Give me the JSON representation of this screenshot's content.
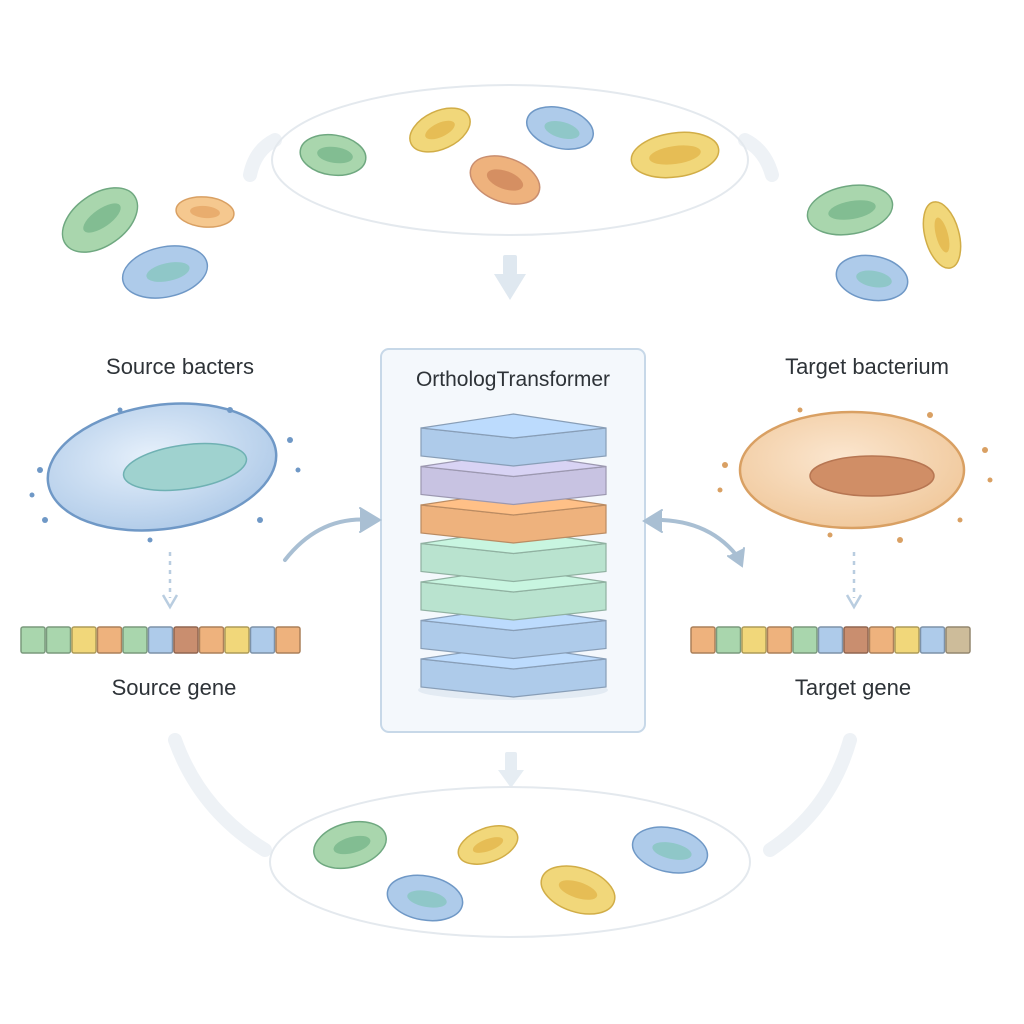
{
  "labels": {
    "source_organism": "Source bacters",
    "target_organism": "Target bacterium",
    "model": "OrthologTransformer",
    "source_gene": "Source gene",
    "target_gene": "Target gene"
  },
  "colors": {
    "green": "#a9d6ad",
    "yellow": "#f1d77a",
    "orange": "#eeb27d",
    "blue": "#aecbea",
    "lavender": "#c8c3e2",
    "mint": "#b9e3cf",
    "brown": "#c98e6f",
    "tan": "#cdbc9a",
    "arrow": "#a9bfd3"
  },
  "source_sequence": [
    "green",
    "green",
    "yellow",
    "orange",
    "green",
    "blue",
    "brown",
    "orange",
    "yellow",
    "blue",
    "orange"
  ],
  "target_sequence": [
    "orange",
    "green",
    "yellow",
    "orange",
    "green",
    "blue",
    "brown",
    "orange",
    "yellow",
    "blue",
    "tan"
  ],
  "transformer_layers": [
    "blue",
    "lavender",
    "orange",
    "mint",
    "mint",
    "blue",
    "blue"
  ]
}
